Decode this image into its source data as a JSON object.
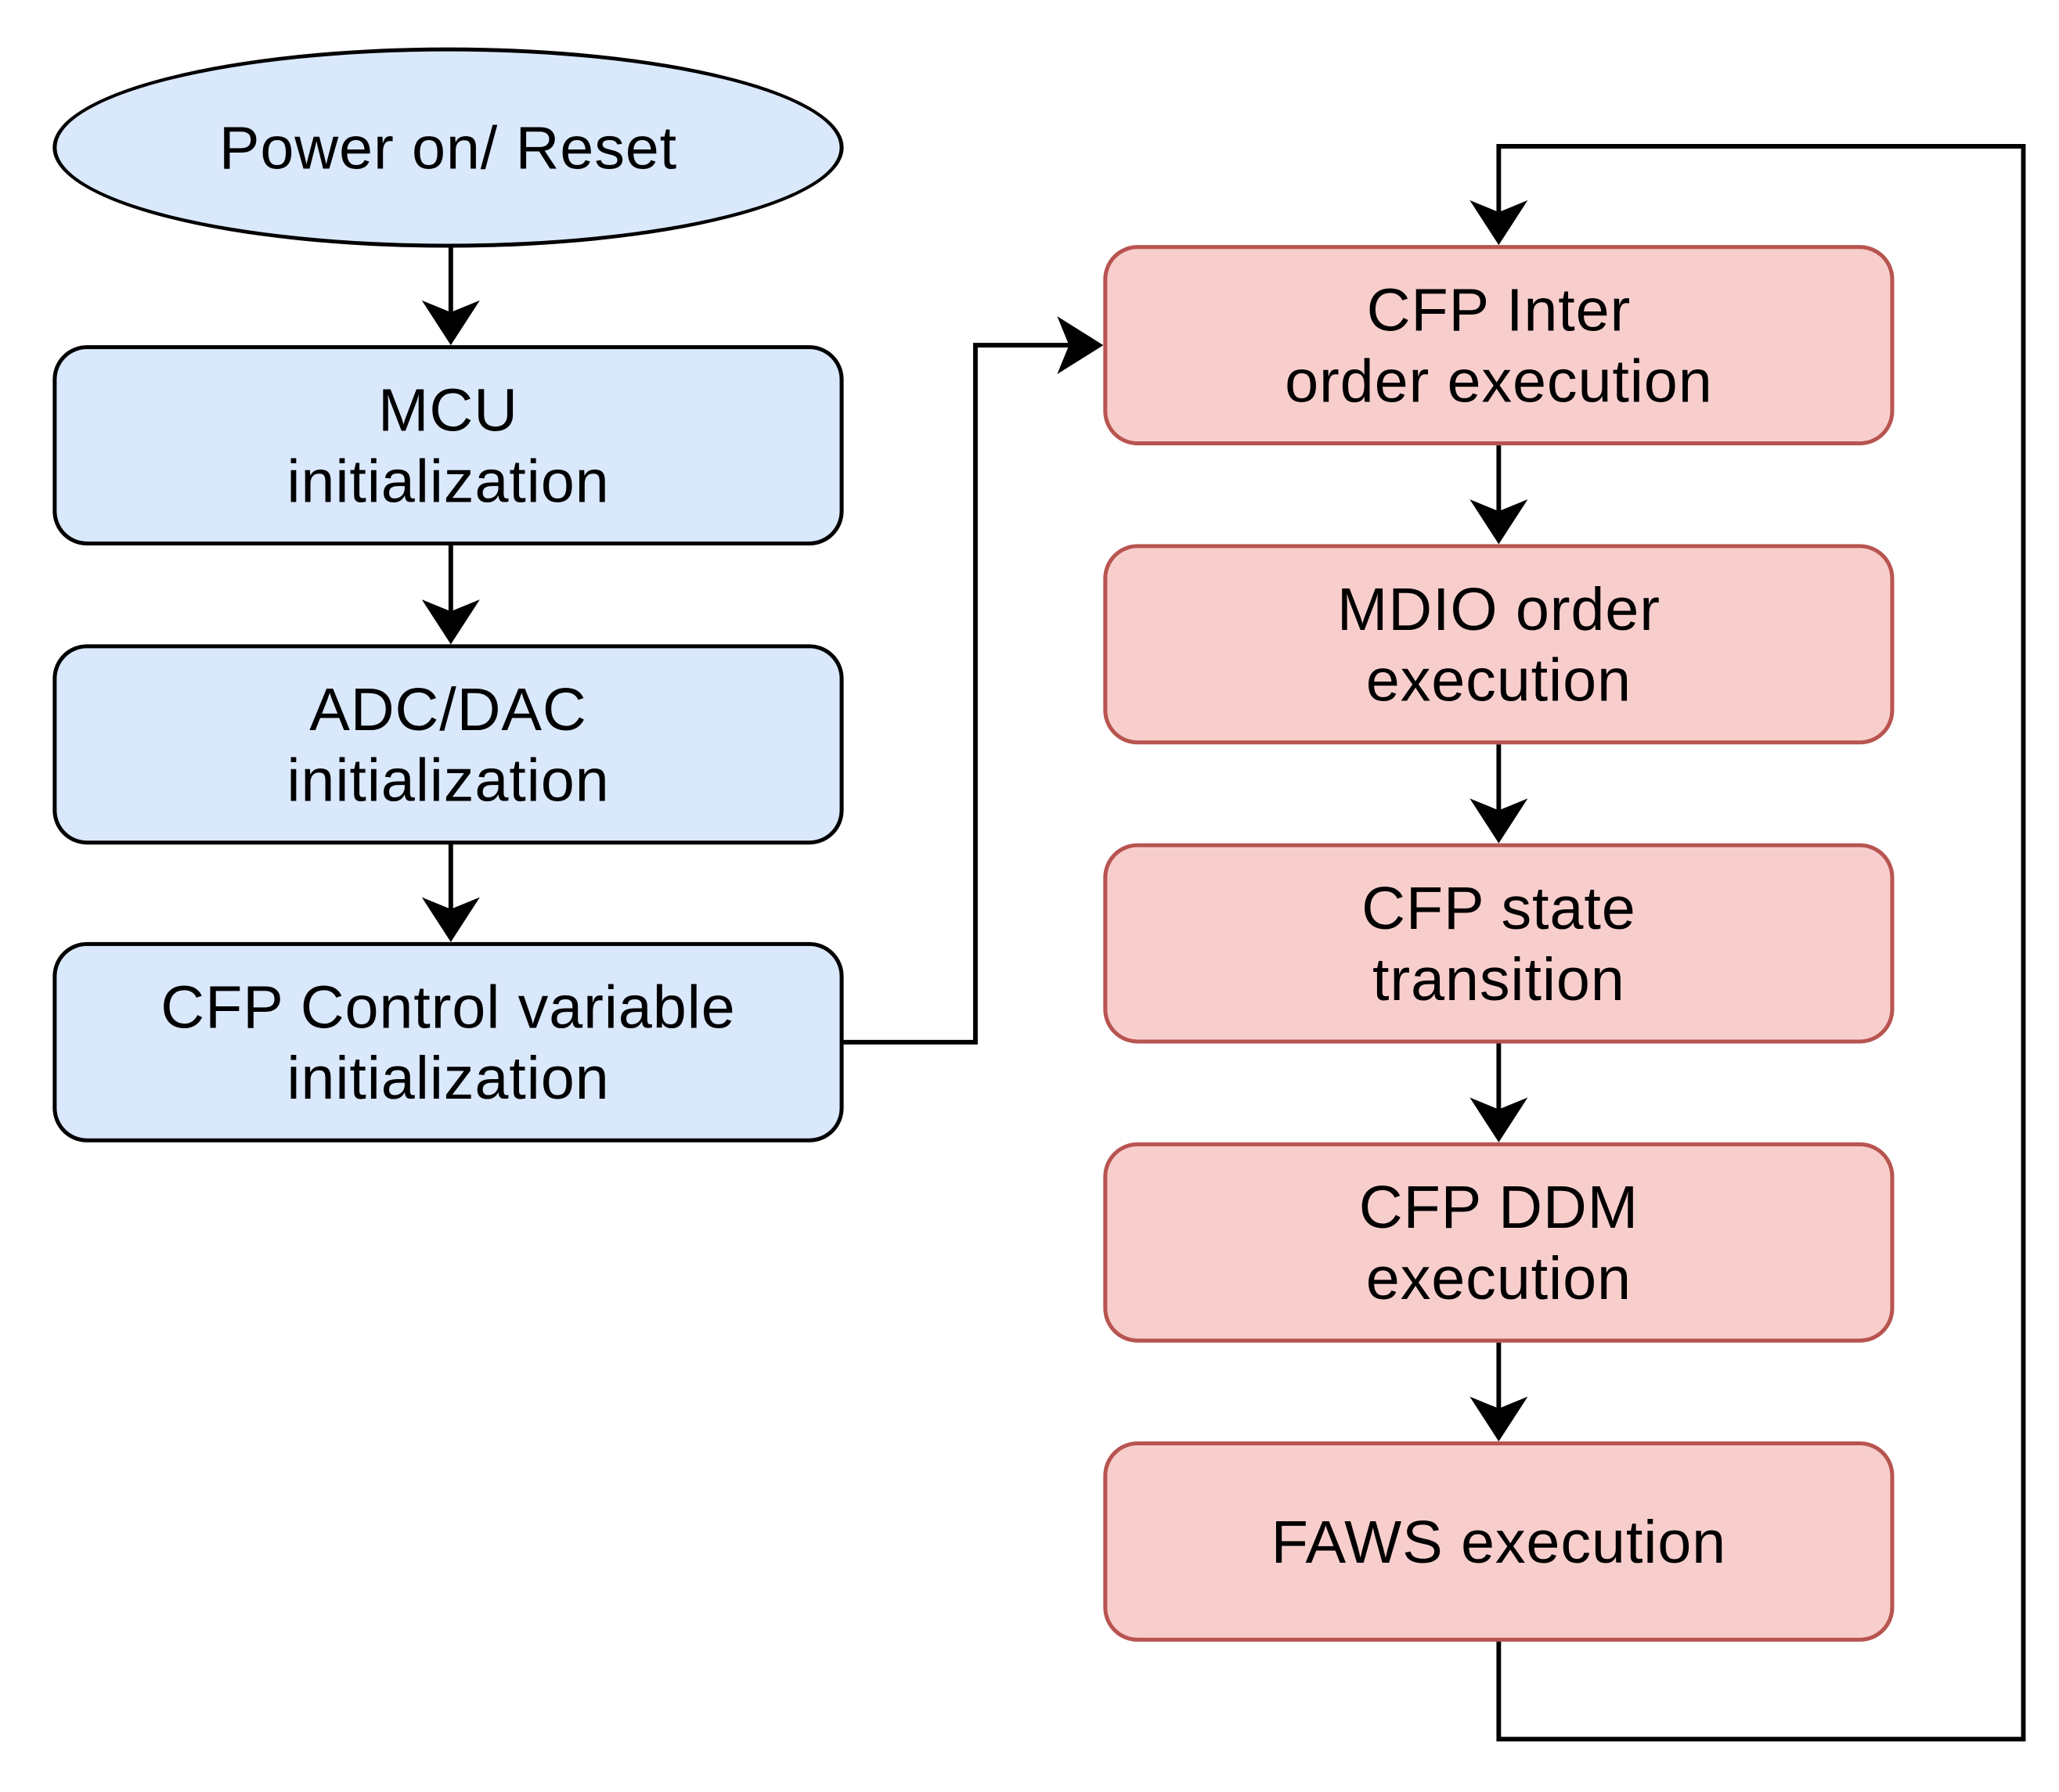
{
  "diagram": {
    "start": {
      "label": "Power on/ Reset"
    },
    "init_steps": [
      {
        "label": "MCU\ninitialization"
      },
      {
        "label": "ADC/DAC\ninitialization"
      },
      {
        "label": "CFP Control variable\ninitialization"
      }
    ],
    "loop_steps": [
      {
        "label": "CFP Inter\norder execution"
      },
      {
        "label": "MDIO order\nexecution"
      },
      {
        "label": "CFP state\ntransition"
      },
      {
        "label": "CFP DDM\nexecution"
      },
      {
        "label": "FAWS execution"
      }
    ],
    "colors": {
      "init_fill": "#dae8fc",
      "init_stroke": "#000000",
      "loop_fill": "#f8cecc",
      "loop_stroke": "#b85450",
      "arrow": "#000000"
    }
  }
}
